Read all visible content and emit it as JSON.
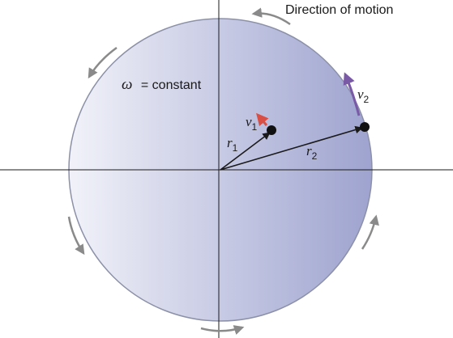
{
  "diagram": {
    "direction_label": "Direction of motion",
    "omega_symbol": "ω",
    "omega_equals": "= constant",
    "r1_base": "r",
    "r1_sub": "1",
    "r2_base": "r",
    "r2_sub": "2",
    "v1_base": "v",
    "v1_sub": "1",
    "v2_base": "v",
    "v2_sub": "2",
    "colors": {
      "disk_light": "#f1f2f9",
      "disk_dark": "#9ea3cf",
      "disk_edge": "#8c91a8",
      "axis": "#1a1a1a",
      "radius_vector": "#1a1a1a",
      "v1_arrow": "#d94f45",
      "v2_arrow": "#7a5aa6",
      "motion_arrows": "#8a8a8a"
    }
  }
}
